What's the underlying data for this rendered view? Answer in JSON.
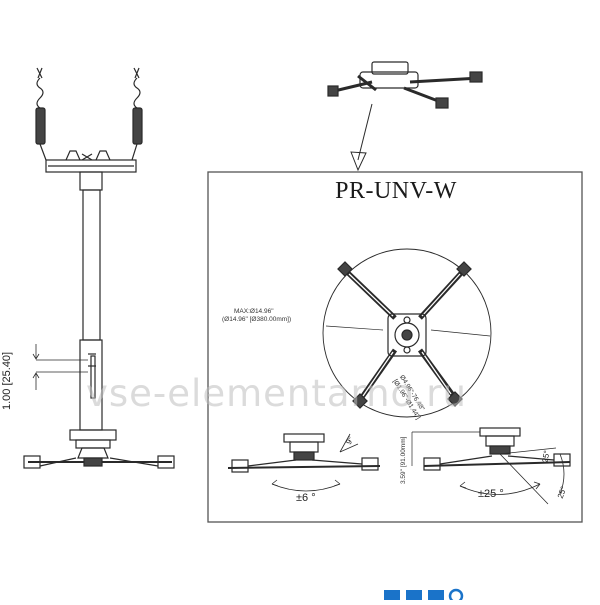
{
  "diagram": {
    "model_title": "PR-UNV-W",
    "vertical_dimension": "1.00 [25.40]",
    "max_diameter_line1": "MAX:Ø14.96\"",
    "max_diameter_line2": "(Ø14.96\" [Ø380.00mm])",
    "arm_note_line1": "Ø4.96\"-76.48\"",
    "arm_note_line2": "[Ø1.96\"-Ø1.44\"]",
    "height_note": "3.59\" [91.00mm]",
    "tilt_small_right": "9°",
    "tilt_label_left": "±6 °",
    "tilt_label_right": "±25 °",
    "angle_small_a": "25°",
    "angle_small_b": "25°",
    "watermark": "vse-elementarno.ru"
  },
  "colors": {
    "line": "#2a2a2a",
    "frame": "#555555",
    "watermark": "#bfbfbf",
    "logo_blue": "#1a73c9"
  },
  "icons": {
    "arrow": "arrow-down-left-icon"
  }
}
